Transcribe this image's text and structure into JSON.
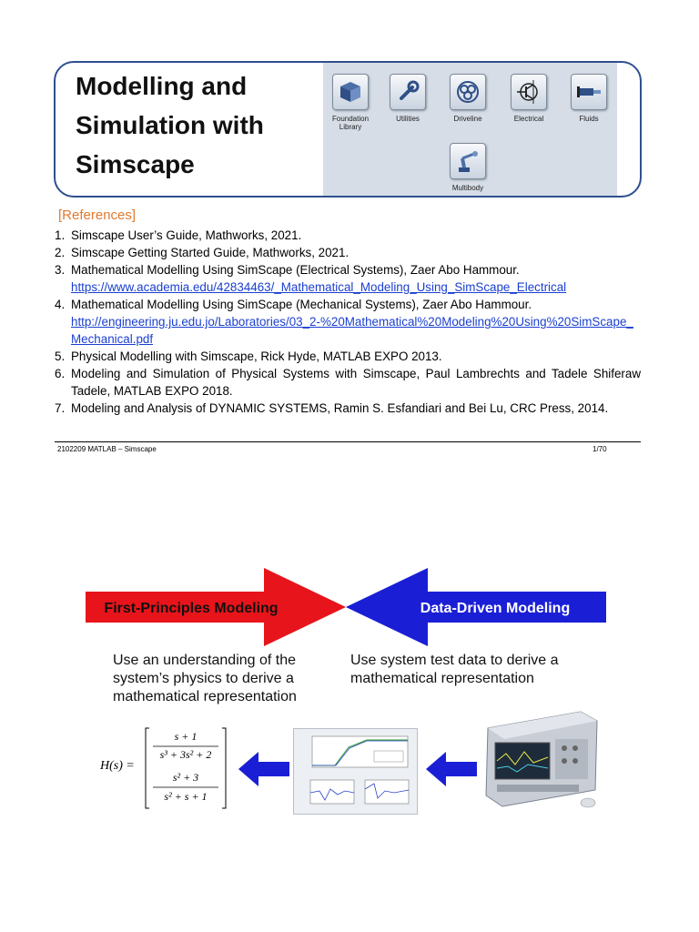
{
  "title": {
    "line1": "Modelling and",
    "line2": "Simulation with",
    "line3": "Simscape"
  },
  "library": [
    {
      "label": "Foundation Library",
      "icon": "foundation-icon"
    },
    {
      "label": "Utilities",
      "icon": "wrench-icon"
    },
    {
      "label": "Driveline",
      "icon": "gears-icon"
    },
    {
      "label": "Electrical",
      "icon": "transistor-icon"
    },
    {
      "label": "Fluids",
      "icon": "cylinder-icon"
    },
    {
      "label": "Multibody",
      "icon": "robot-arm-icon"
    }
  ],
  "references": {
    "heading": "[References]",
    "items": [
      {
        "num": "1.",
        "text": "Simscape User’s Guide, Mathworks, 2021.",
        "link": ""
      },
      {
        "num": "2.",
        "text": "Simscape Getting Started Guide, Mathworks, 2021.",
        "link": ""
      },
      {
        "num": "3.",
        "text": "Mathematical Modelling Using SimScape (Electrical Systems), Zaer Abo Hammour.",
        "link": "https://www.academia.edu/42834463/_Mathematical_Modeling_Using_SimScape_Electrical"
      },
      {
        "num": "4.",
        "text": "Mathematical Modelling Using SimScape (Mechanical Systems), Zaer Abo Hammour.",
        "link": "http://engineering.ju.edu.jo/Laboratories/03_2-%20Mathematical%20Modeling%20Using%20SimScape_Mechanical.pdf"
      },
      {
        "num": "5.",
        "text": "Physical Modelling with Simscape, Rick Hyde, MATLAB EXPO 2013.",
        "link": ""
      },
      {
        "num": "6.",
        "text": "Modeling and Simulation of Physical Systems with Simscape, Paul Lambrechts and Tadele Shiferaw Tadele, MATLAB EXPO 2018.",
        "link": ""
      },
      {
        "num": "7.",
        "text": "Modeling and Analysis of DYNAMIC SYSTEMS, Ramin S. Esfandiari and Bei Lu, CRC Press, 2014.",
        "link": ""
      }
    ]
  },
  "footer": {
    "left": "2102209 MATLAB – Simscape",
    "right": "1/70"
  },
  "diagram": {
    "left_label": "First-Principles Modeling",
    "right_label": "Data-Driven Modeling",
    "left_desc": "Use an understanding of the system’s physics to derive a mathematical representation",
    "right_desc": "Use system test data to derive a mathematical representation",
    "formula_lhs": "H(s) =",
    "formula_top_num": "s + 1",
    "formula_top_den": "s³ + 3s² + 2",
    "formula_bot_num": "s² + 3",
    "formula_bot_den": "s² + s + 1",
    "colors": {
      "red": "#e8141b",
      "blue": "#1a1fd6"
    }
  }
}
